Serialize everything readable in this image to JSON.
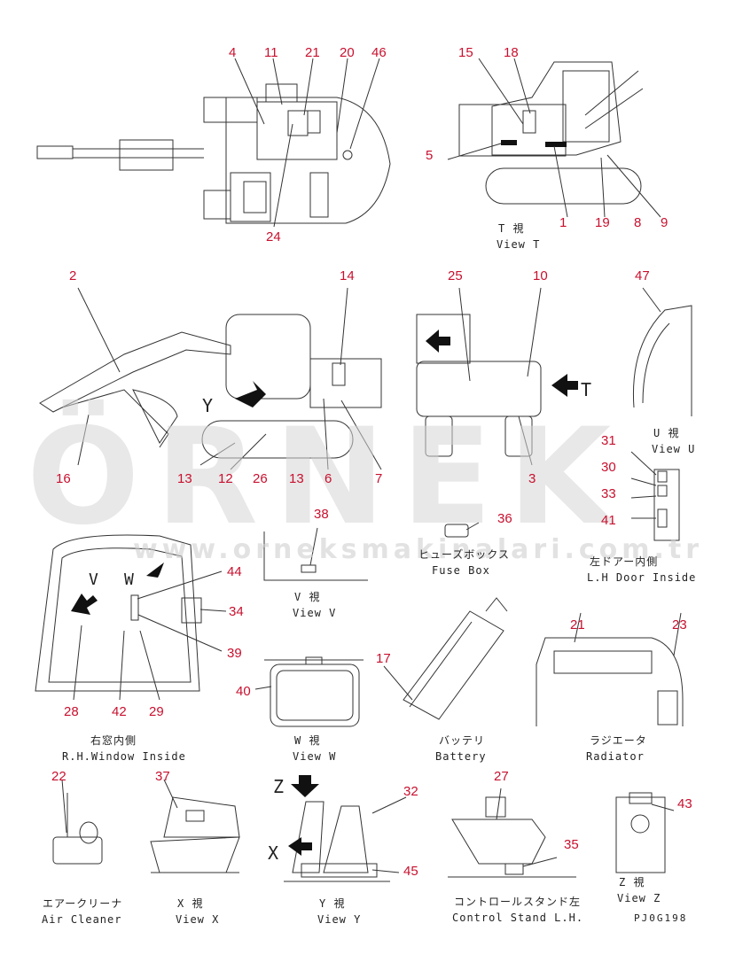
{
  "watermark": {
    "brand": "ÖRNEK",
    "url": "www.orneksmakinalari.com.tr"
  },
  "drawing_code": "PJ0G198",
  "letters": {
    "t": "T",
    "y": "Y",
    "v": "V",
    "w": "W",
    "z": "Z",
    "x": "X"
  },
  "captions": {
    "view_t_jp": "T 視",
    "view_t_en": "View T",
    "view_u_jp": "U 視",
    "view_u_en": "View U",
    "view_v_jp": "V 視",
    "view_v_en": "View V",
    "fuse_jp": "ヒューズボックス",
    "fuse_en": "Fuse Box",
    "lhdoor_jp": "左ドアー内側",
    "lhdoor_en": "L.H Door Inside",
    "rhwin_jp": "右窓内側",
    "rhwin_en": "R.H.Window Inside",
    "view_w_jp": "W 視",
    "view_w_en": "View W",
    "battery_jp": "バッテリ",
    "battery_en": "Battery",
    "radiator_jp": "ラジエータ",
    "radiator_en": "Radiator",
    "air_jp": "エアークリーナ",
    "air_en": "Air Cleaner",
    "view_x_jp": "X 視",
    "view_x_en": "View X",
    "view_y_jp": "Y 視",
    "view_y_en": "View Y",
    "control_jp": "コントロールスタンド左",
    "control_en": "Control Stand L.H.",
    "view_z_jp": "Z 視",
    "view_z_en": "View Z"
  },
  "callouts": {
    "n4": "4",
    "n11": "11",
    "n21a": "21",
    "n20": "20",
    "n46": "46",
    "n24": "24",
    "n15": "15",
    "n18": "18",
    "n5": "5",
    "n1": "1",
    "n19": "19",
    "n8": "8",
    "n9": "9",
    "n2": "2",
    "n14": "14",
    "n16": "16",
    "n13a": "13",
    "n12": "12",
    "n26": "26",
    "n13b": "13",
    "n6": "6",
    "n7": "7",
    "n25": "25",
    "n10": "10",
    "n3": "3",
    "n47": "47",
    "n31": "31",
    "n30": "30",
    "n33": "33",
    "n41": "41",
    "n38": "38",
    "n36": "36",
    "n44": "44",
    "n34": "34",
    "n39": "39",
    "n28": "28",
    "n42": "42",
    "n29": "29",
    "n40": "40",
    "n17": "17",
    "n21b": "21",
    "n23": "23",
    "n22": "22",
    "n37": "37",
    "n32": "32",
    "n45": "45",
    "n27": "27",
    "n35": "35",
    "n43": "43"
  }
}
